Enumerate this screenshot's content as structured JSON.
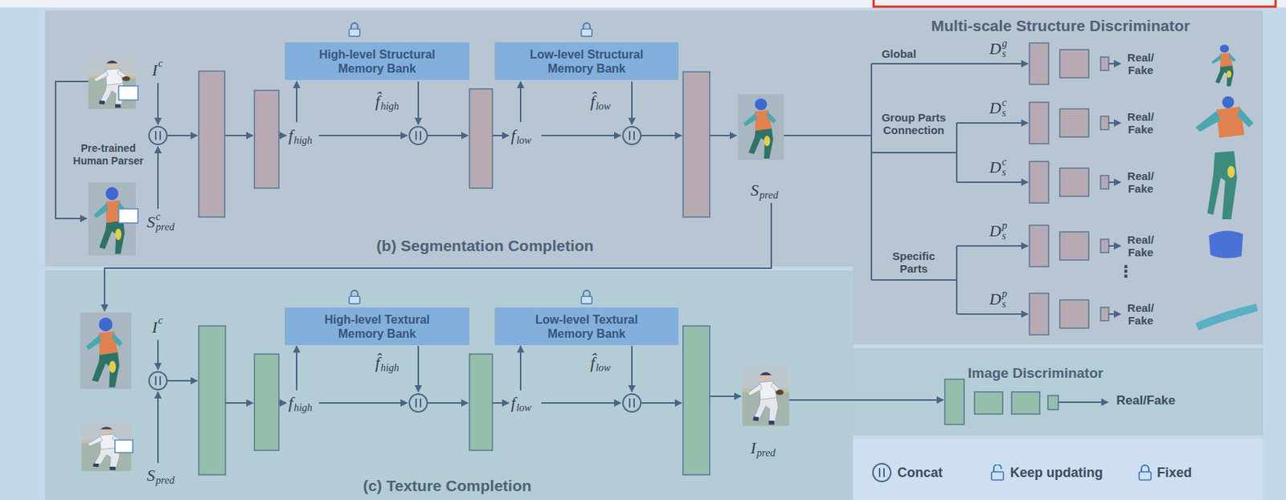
{
  "diagram": {
    "nodes": [
      {
        "text": [
          "(b) Segmentation Completion"
        ]
      },
      {
        "text": [
          "High-level Structural Memory Bank"
        ],
        "in": 0
      },
      {
        "text": [
          "Low-level Structural Memory Bank"
        ],
        "in": 0
      },
      {
        "text": [
          "Multi-scale Structure Discriminator"
        ]
      },
      {
        "text": [
          "(c) Texture Completion"
        ]
      },
      {
        "text": [
          "High-level Textural Memory Bank"
        ],
        "in": 4
      },
      {
        "text": [
          "Low-level Textural Memory Bank"
        ],
        "in": 4
      },
      {
        "text": [
          "Image Discriminator"
        ]
      }
    ],
    "labels": [
      "Pre-trained Human Parser",
      "I",
      "c",
      "S",
      "c",
      "pred",
      "f",
      "high",
      "f̂",
      "high",
      "f",
      "low",
      "f̂",
      "low",
      "S",
      "pred",
      "Global",
      "Group Parts Connection",
      "Specific Parts",
      "D",
      "s",
      "g",
      "D",
      "s",
      "c",
      "D",
      "s",
      "c",
      "D",
      "s",
      "p",
      "D",
      "s",
      "p",
      "Real/ Fake",
      "Real/ Fake",
      "Real/ Fake",
      "Real/ Fake",
      "Real/ Fake",
      "⋮",
      "I",
      "c",
      "S",
      "pred",
      "f",
      "high",
      "f̂",
      "high",
      "f",
      "low",
      "f̂",
      "low",
      "I",
      "pred",
      "Real/Fake"
    ],
    "legend": [
      {
        "text": "Concat"
      },
      {
        "text": "Keep updating"
      },
      {
        "text": "Fixed"
      }
    ]
  }
}
